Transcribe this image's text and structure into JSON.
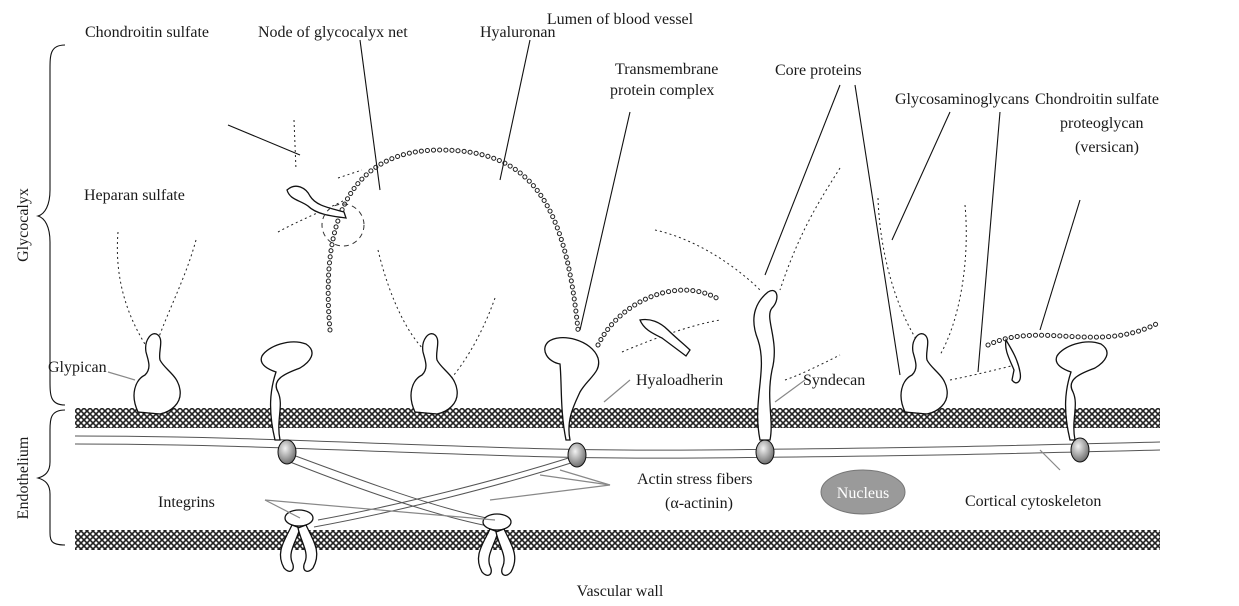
{
  "labels": {
    "lumen": "Lumen of blood vessel",
    "vascular_wall": "Vascular wall",
    "glycocalyx": "Glycocalyx",
    "endothelium": "Endothelium",
    "chondroitin_sulfate": "Chondroitin sulfate",
    "node": "Node of glycocalyx net",
    "hyaluronan": "Hyaluronan",
    "transmembrane_1": "Transmembrane",
    "transmembrane_2": "protein complex",
    "core_proteins": "Core proteins",
    "glycosaminoglycans": "Glycosaminoglycans",
    "csp_1": "Chondroitin sulfate",
    "csp_2": "proteoglycan",
    "csp_3": "(versican)",
    "heparan_sulfate": "Heparan sulfate",
    "glypican": "Glypican",
    "hyaloadherin": "Hyaloadherin",
    "syndecan": "Syndecan",
    "actin_1": "Actin stress fibers",
    "actin_2": "(α-actinin)",
    "nucleus": "Nucleus",
    "integrins": "Integrins",
    "cortical": "Cortical cytoskeleton"
  },
  "colors": {
    "membrane": "#222222",
    "nucleus_fill": "#9a9a9a",
    "outline": "#111111",
    "leader_gray": "#888888"
  }
}
